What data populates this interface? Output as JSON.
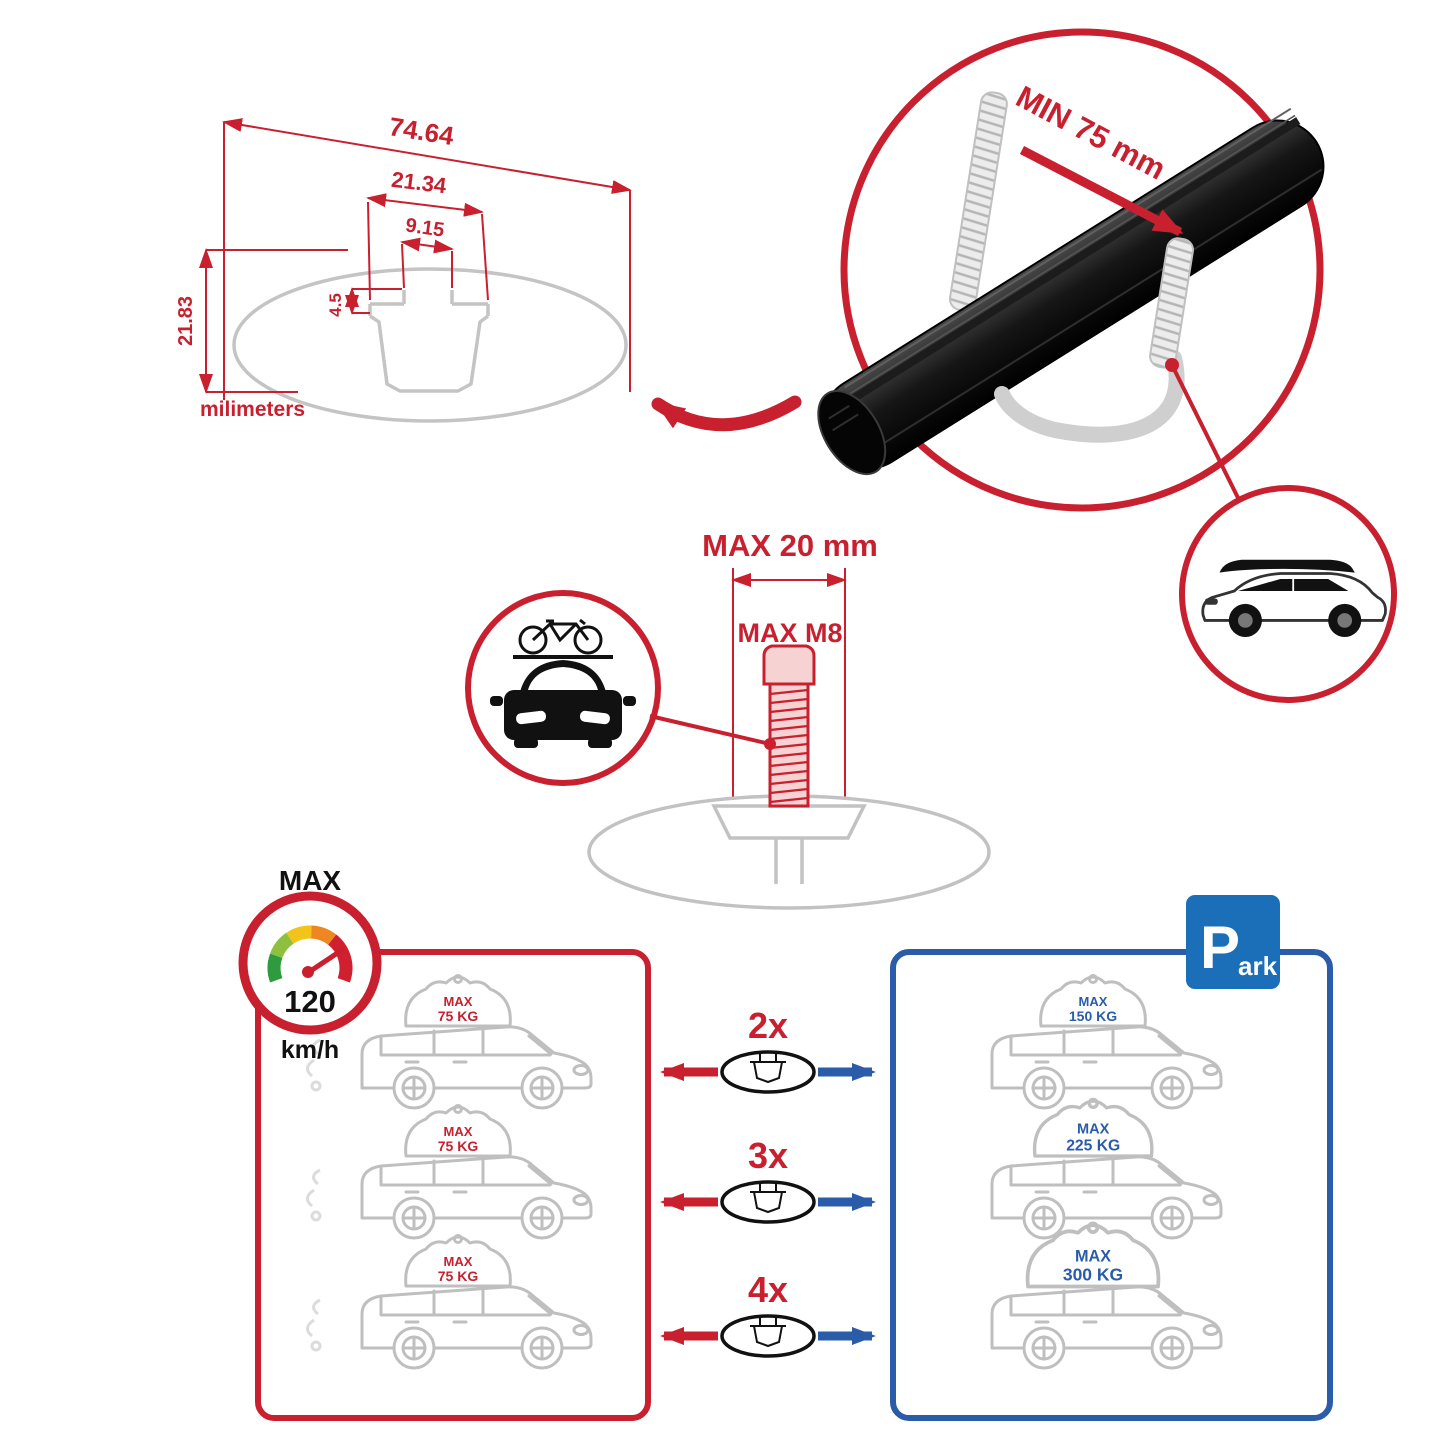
{
  "colors": {
    "red": "#c8202f",
    "blue": "#2a5caa",
    "park_blue": "#1b6fb8",
    "gray_outline": "#bfbfbf",
    "bar_black": "#111111"
  },
  "dimensions": {
    "total_width": "74.64",
    "opening_width": "21.34",
    "inner_width": "9.15",
    "step_height": "4.5",
    "total_height": "21.83",
    "unit": "milimeters"
  },
  "bar": {
    "min_clamp": "MIN 75 mm"
  },
  "bolt": {
    "max_length": "MAX 20 mm",
    "max_thread": "MAX M8"
  },
  "speed": {
    "label": "MAX",
    "value": "120",
    "unit": "km/h"
  },
  "park": {
    "p": "P",
    "ark": "ark"
  },
  "red_panel": {
    "loads": [
      {
        "max": "MAX",
        "kg": "75 KG"
      },
      {
        "max": "MAX",
        "kg": "75 KG"
      },
      {
        "max": "MAX",
        "kg": "75 KG"
      }
    ]
  },
  "blue_panel": {
    "loads": [
      {
        "max": "MAX",
        "kg": "150 KG"
      },
      {
        "max": "MAX",
        "kg": "225 KG"
      },
      {
        "max": "MAX",
        "kg": "300 KG"
      }
    ]
  },
  "multipliers": [
    {
      "label": "2x"
    },
    {
      "label": "3x"
    },
    {
      "label": "4x"
    }
  ],
  "icons": {
    "speedometer": "speed-limit-gauge",
    "park_sign": "parking-sign",
    "car_with_bike": "car-front-with-bike",
    "car_with_roofbox": "suv-with-roof-box",
    "crossbar": "roof-rack-crossbar",
    "load_bundle": "roof-cargo-bundle"
  }
}
